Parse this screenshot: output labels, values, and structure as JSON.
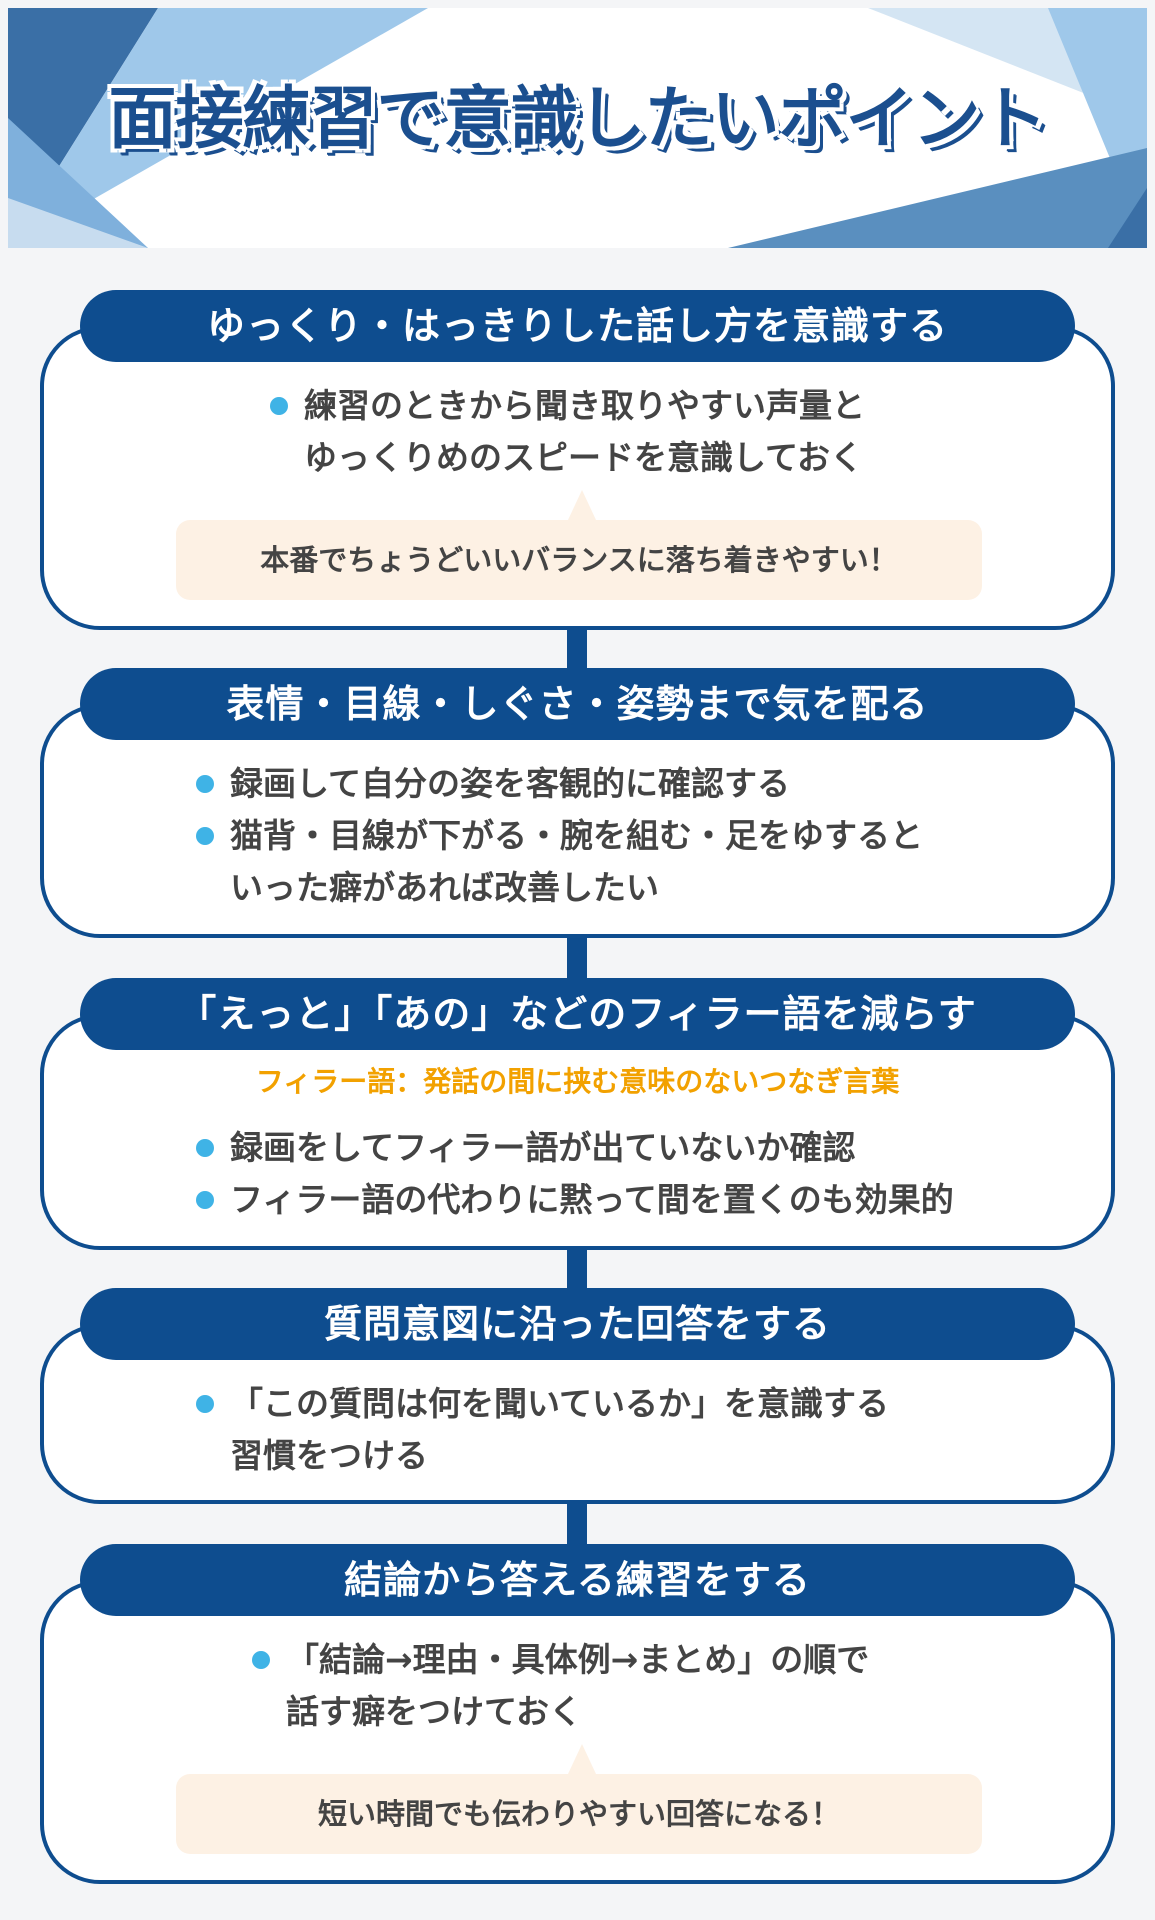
{
  "title": "面接練習で意識したいポイント",
  "colors": {
    "navy": "#0e4d8f",
    "bullet": "#3fb3e6",
    "note_bg": "#fdf1e4",
    "definition": "#f2a100",
    "text": "#444444"
  },
  "sections": [
    {
      "heading": "ゆっくり・はっきりした話し方を意識する",
      "bullets": [
        "練習のときから聞き取りやすい声量と",
        "ゆっくりめのスピードを意識しておく"
      ],
      "note": "本番でちょうどいいバランスに落ち着きやすい！"
    },
    {
      "heading": "表情・目線・しぐさ・姿勢まで気を配る",
      "bullets": [
        "録画して自分の姿を客観的に確認する",
        "猫背・目線が下がる・腕を組む・足をゆすると",
        "いった癖があれば改善したい"
      ]
    },
    {
      "heading": "「えっと」「あの」などのフィラー語を減らす",
      "definition": "フィラー語：発話の間に挟む意味のないつなぎ言葉",
      "bullets": [
        "録画をしてフィラー語が出ていないか確認",
        "フィラー語の代わりに黙って間を置くのも効果的"
      ]
    },
    {
      "heading": "質問意図に沿った回答をする",
      "bullets": [
        "「この質問は何を聞いているか」を意識する",
        "習慣をつける"
      ]
    },
    {
      "heading": "結論から答える練習をする",
      "bullets": [
        "「結論→理由・具体例→まとめ」の順で",
        "話す癖をつけておく"
      ],
      "note": "短い時間でも伝わりやすい回答になる！"
    }
  ]
}
